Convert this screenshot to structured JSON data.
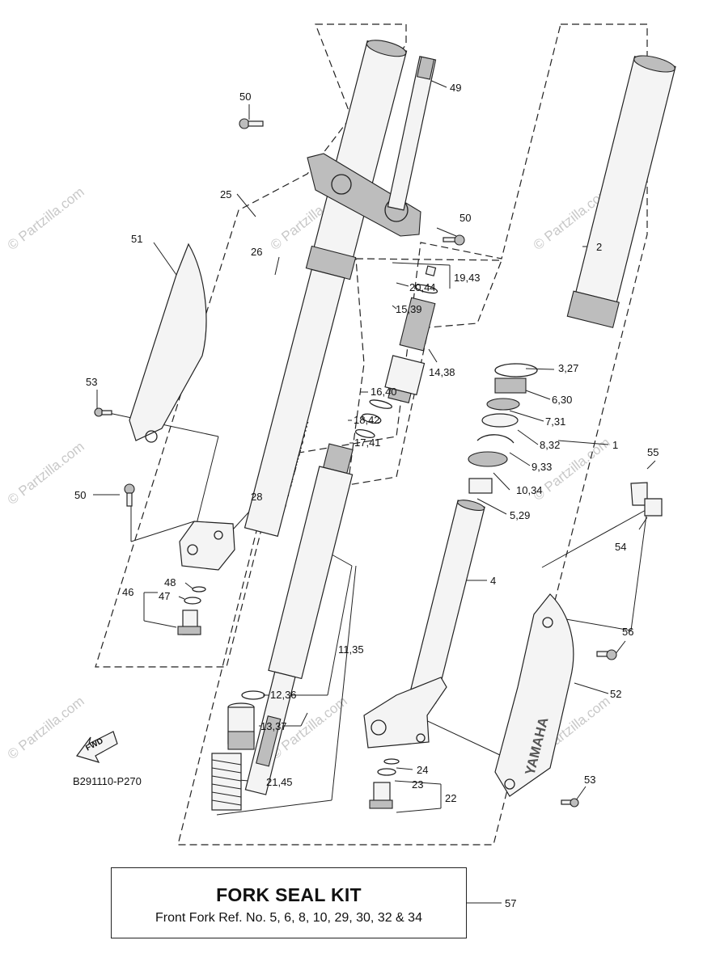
{
  "diagram_code": "B291110-P270",
  "direction_arrow": "FWD",
  "brand_mark": "YAMAHA",
  "watermarks": [
    "© Partzilla.com"
  ],
  "callouts": [
    {
      "id": "c1",
      "text": "1"
    },
    {
      "id": "c2",
      "text": "2"
    },
    {
      "id": "c3",
      "text": "3,27"
    },
    {
      "id": "c4",
      "text": "4"
    },
    {
      "id": "c5",
      "text": "5,29"
    },
    {
      "id": "c6",
      "text": "6,30"
    },
    {
      "id": "c7",
      "text": "7,31"
    },
    {
      "id": "c8",
      "text": "8,32"
    },
    {
      "id": "c9",
      "text": "9,33"
    },
    {
      "id": "c10",
      "text": "10,34"
    },
    {
      "id": "c11",
      "text": "11,35"
    },
    {
      "id": "c12",
      "text": "12,36"
    },
    {
      "id": "c13",
      "text": "13,37"
    },
    {
      "id": "c14",
      "text": "14,38"
    },
    {
      "id": "c15",
      "text": "15,39"
    },
    {
      "id": "c16",
      "text": "16,40"
    },
    {
      "id": "c17",
      "text": "17,41"
    },
    {
      "id": "c18",
      "text": "18,42"
    },
    {
      "id": "c19",
      "text": "19,43"
    },
    {
      "id": "c20",
      "text": "20,44"
    },
    {
      "id": "c21",
      "text": "21,45"
    },
    {
      "id": "c22",
      "text": "22"
    },
    {
      "id": "c23",
      "text": "23"
    },
    {
      "id": "c24",
      "text": "24"
    },
    {
      "id": "c25",
      "text": "25"
    },
    {
      "id": "c26",
      "text": "26"
    },
    {
      "id": "c28",
      "text": "28"
    },
    {
      "id": "c46",
      "text": "46"
    },
    {
      "id": "c47",
      "text": "47"
    },
    {
      "id": "c48",
      "text": "48"
    },
    {
      "id": "c49",
      "text": "49"
    },
    {
      "id": "c50a",
      "text": "50"
    },
    {
      "id": "c50b",
      "text": "50"
    },
    {
      "id": "c50c",
      "text": "50"
    },
    {
      "id": "c51",
      "text": "51"
    },
    {
      "id": "c52",
      "text": "52"
    },
    {
      "id": "c53a",
      "text": "53"
    },
    {
      "id": "c53b",
      "text": "53"
    },
    {
      "id": "c54",
      "text": "54"
    },
    {
      "id": "c55",
      "text": "55"
    },
    {
      "id": "c56",
      "text": "56"
    },
    {
      "id": "c57",
      "text": "57"
    }
  ],
  "kit": {
    "title": "FORK SEAL KIT",
    "description": "Front Fork Ref. No. 5, 6, 8, 10, 29, 30, 32 & 34"
  }
}
